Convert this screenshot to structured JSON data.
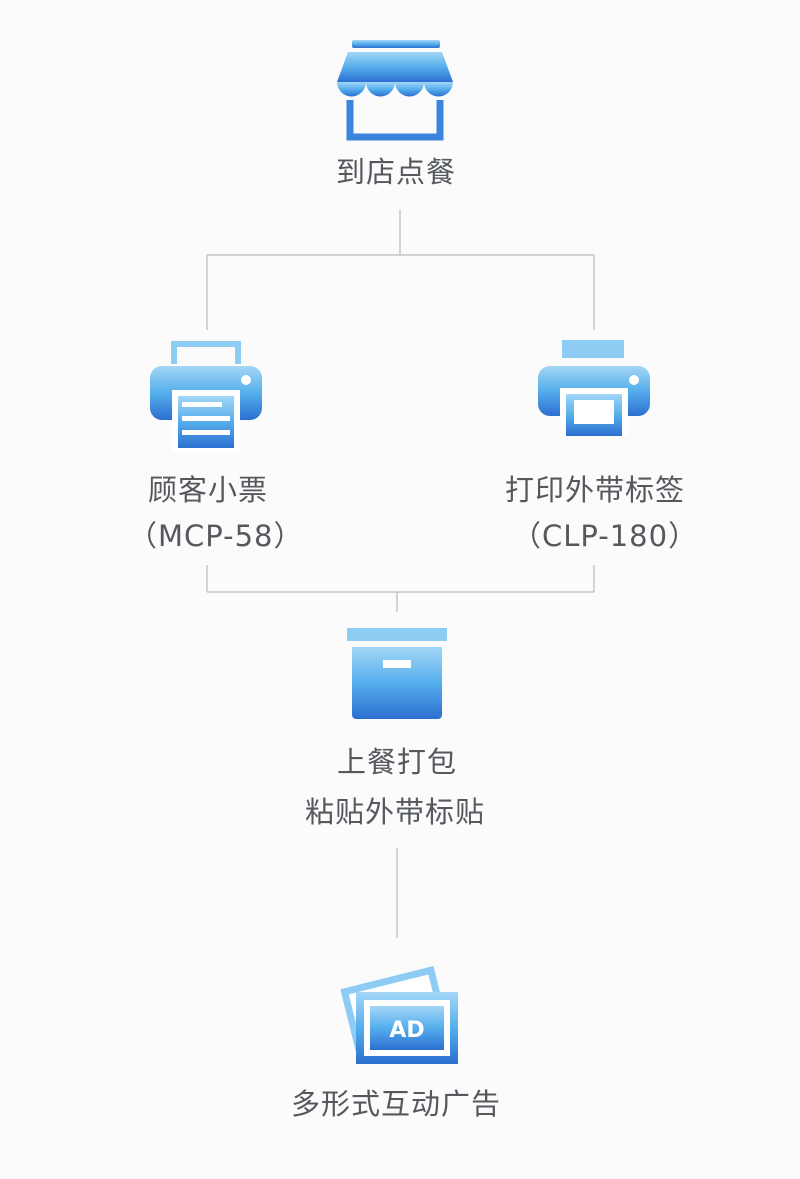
{
  "nodes": {
    "dine_in": {
      "label": "到店点餐",
      "icon": "storefront-icon"
    },
    "receipt": {
      "label": "顾客小票",
      "model": "（MCP-58）",
      "icon": "receipt-printer-icon"
    },
    "label_printer": {
      "label": "打印外带标签",
      "model": "（CLP-180）",
      "icon": "label-printer-icon"
    },
    "packing": {
      "label": "上餐打包",
      "sublabel": "粘贴外带标贴",
      "icon": "box-icon"
    },
    "ads": {
      "label": "多形式互动广告",
      "icon": "ad-banner-icon",
      "badge": "AD"
    }
  },
  "colors": {
    "gradient_light": "#a3d6f6",
    "gradient_mid": "#4fa9ea",
    "gradient_dark": "#2c6fd0",
    "connector": "#c4c6c9",
    "text": "#55595e",
    "background": "#fbfbfc"
  }
}
